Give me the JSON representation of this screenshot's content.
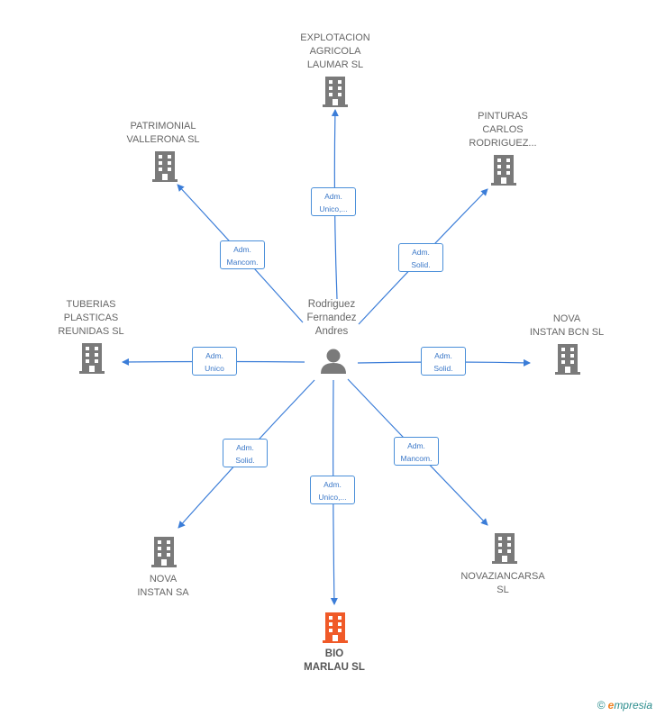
{
  "center": {
    "name": "Rodriguez\nFernandez\nAndres"
  },
  "colors": {
    "edge": "#3b7dd8",
    "building": "#7a7a7a",
    "highlight": "#f05a28"
  },
  "companies": [
    {
      "id": "explotacion",
      "name": "EXPLOTACION\nAGRICOLA\nLAUMAR SL",
      "role": "Adm.\nUnico,...",
      "highlight": false
    },
    {
      "id": "pinturas",
      "name": "PINTURAS\nCARLOS\nRODRIGUEZ...",
      "role": "Adm.\nSolid.",
      "highlight": false
    },
    {
      "id": "nova-bcn",
      "name": "NOVA\nINSTAN BCN  SL",
      "role": "Adm.\nSolid.",
      "highlight": false
    },
    {
      "id": "novaziancarsa",
      "name": "NOVAZIANCARSA\nSL",
      "role": "Adm.\nMancom.",
      "highlight": false
    },
    {
      "id": "bio-marlau",
      "name": "BIO\nMARLAU  SL",
      "role": "Adm.\nUnico,...",
      "highlight": true
    },
    {
      "id": "nova-sa",
      "name": "NOVA\nINSTAN SA",
      "role": "Adm.\nSolid.",
      "highlight": false
    },
    {
      "id": "tuberias",
      "name": "TUBERIAS\nPLASTICAS\nREUNIDAS  SL",
      "role": "Adm.\nUnico",
      "highlight": false
    },
    {
      "id": "patrimonial",
      "name": "PATRIMONIAL\nVALLERONA  SL",
      "role": "Adm.\nMancom.",
      "highlight": false
    }
  ],
  "footer": {
    "copyright": "©",
    "brand_first": "e",
    "brand_rest": "mpresia"
  }
}
